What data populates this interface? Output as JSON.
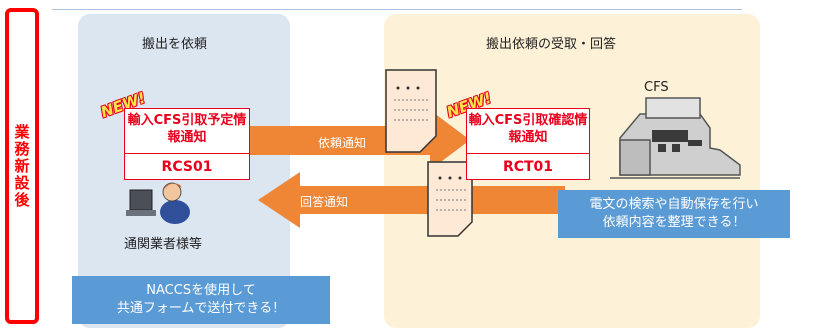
{
  "sidebar": {
    "label": "業務新設後",
    "color": "#ff0000"
  },
  "left_panel": {
    "title": "搬出を依頼",
    "card": {
      "title": "輸入CFS引取予定情報通知",
      "code": "RCS01"
    },
    "new_badge": "NEW!",
    "actor_label": "通関業者様等",
    "note": "NACCSを使用して\n共通フォームで送付できる！"
  },
  "right_panel": {
    "title": "搬出依頼の受取・回答",
    "card": {
      "title": "輸入CFS引取確認情報通知",
      "code": "RCT01"
    },
    "new_badge": "NEW!",
    "building_label": "CFS",
    "note": "電文の検索や自動保存を行い\n依頼内容を整理できる！"
  },
  "arrows": {
    "request_label": "依頼通知",
    "reply_label": "回答通知",
    "color": "#ee8636"
  },
  "colors": {
    "left_panel_bg": "#dbe6f1",
    "right_panel_bg": "#fdf2d8",
    "note_bg": "#5b9bd5",
    "accent_red": "#e8001c"
  }
}
